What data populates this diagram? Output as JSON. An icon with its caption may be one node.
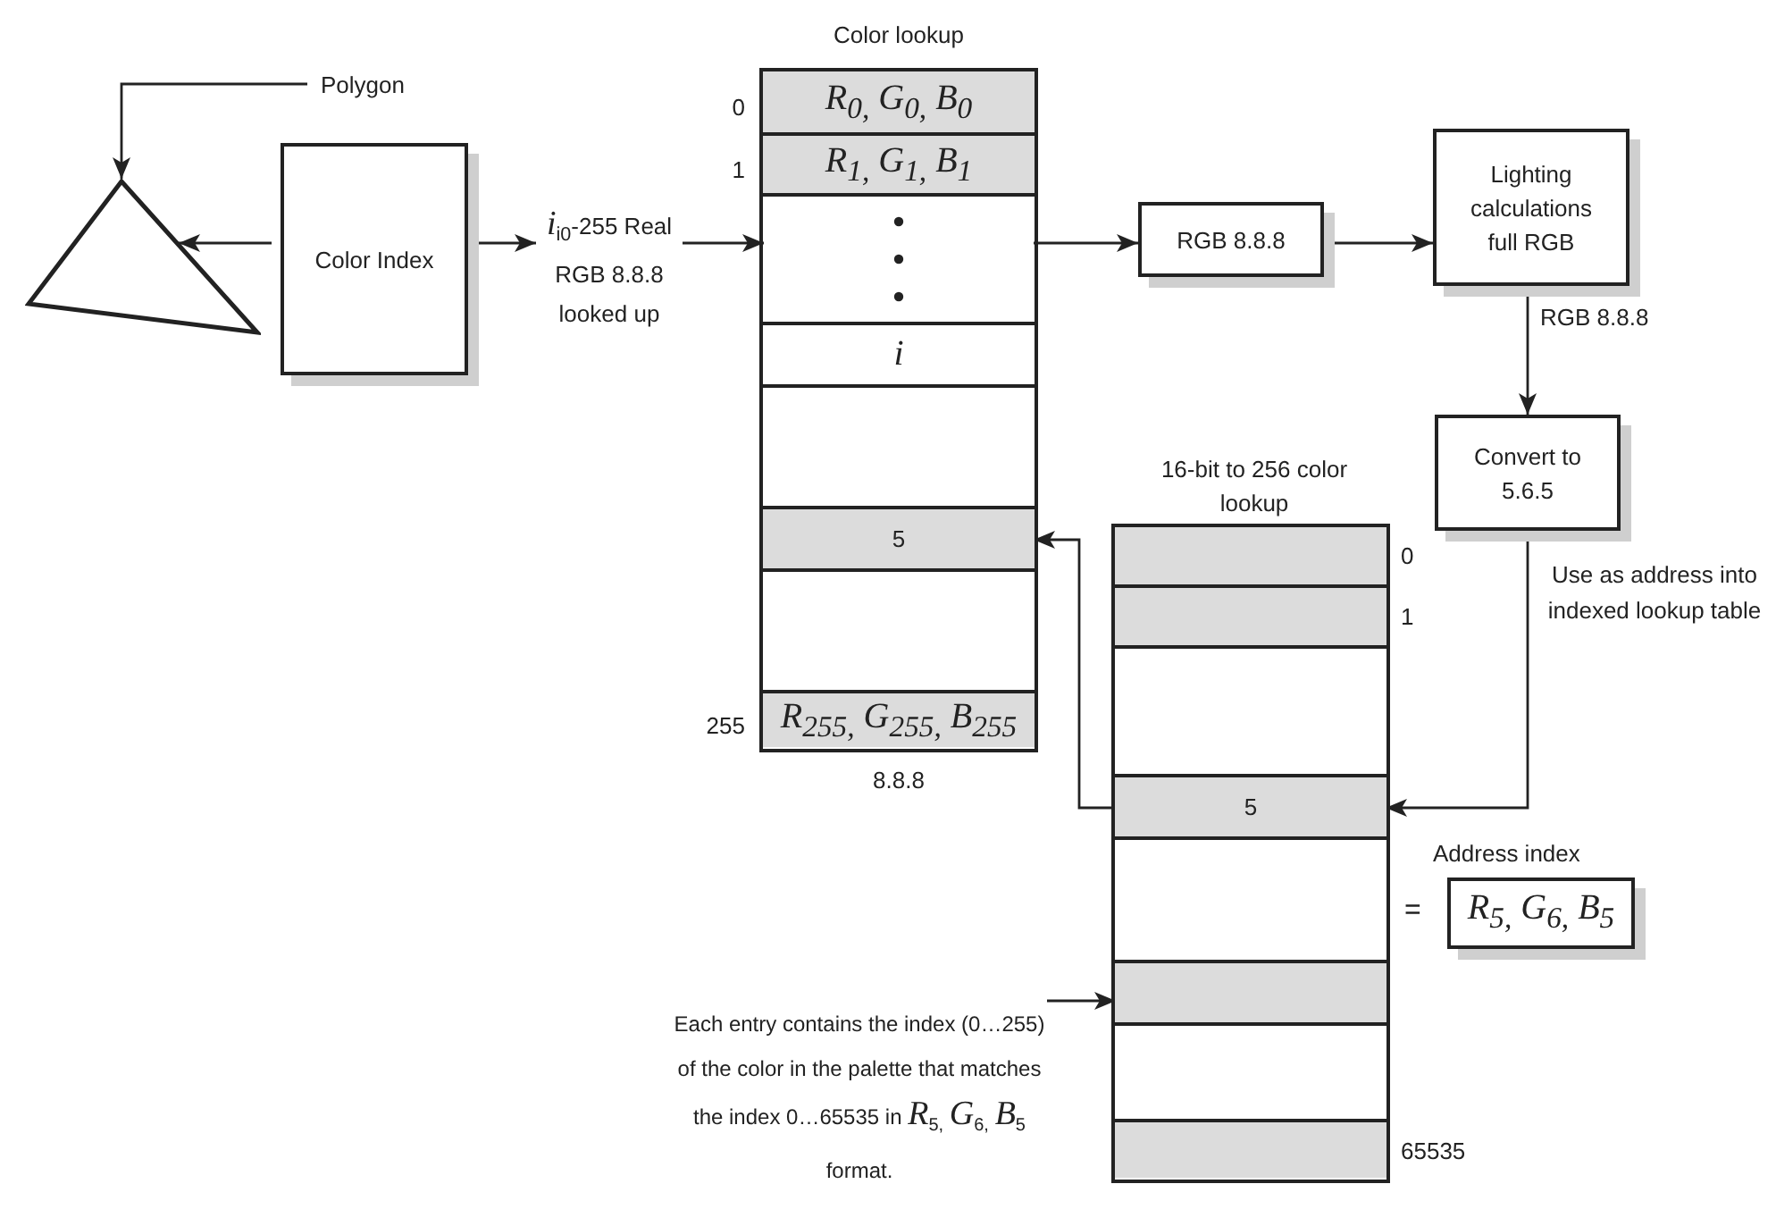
{
  "diagram": {
    "nodes": [
      {
        "text": [
          "Polygon"
        ]
      },
      {
        "text": [],
        "shape": "triangle"
      },
      {
        "text": [
          "Color Index"
        ]
      },
      {
        "text": [
          "*i*$_{i0}$-255 Real RGB 8.8.8 looked up"
        ]
      },
      {
        "text": [
          "Color lookup"
        ],
        "beside": [
          "8.8.8"
        ]
      },
      {
        "text": [
          "R$_{0,}$ G$_{0,}$ B$_{0}$"
        ],
        "beside": [
          "0"
        ],
        "in": 4
      },
      {
        "text": [
          "R$_{1,}$ G$_{1,}$ B$_{1}$"
        ],
        "beside": [
          "1"
        ],
        "in": 4
      },
      {
        "text": [],
        "shape": "box",
        "in": 4
      },
      {
        "text": [
          "i"
        ],
        "in": 4
      },
      {
        "text": [],
        "shape": "box",
        "in": 4
      },
      {
        "text": [
          "5"
        ],
        "in": 4
      },
      {
        "text": [],
        "shape": "box",
        "in": 4
      },
      {
        "text": [
          "R$_{255,}$ G$_{255,}$ B$_{255}$"
        ],
        "beside": [
          "255"
        ],
        "in": 4
      },
      {
        "text": [
          "RGB 8.8.8"
        ]
      },
      {
        "text": [
          "Lighting calculations full RGB"
        ]
      },
      {
        "text": [
          "Convert to 5.6.5"
        ]
      },
      {
        "text": [
          "16-bit to 256 color lookup"
        ]
      },
      {
        "text": [],
        "shape": "box",
        "beside": [
          "0"
        ],
        "in": 16
      },
      {
        "text": [],
        "shape": "box",
        "beside": [
          "1"
        ],
        "in": 16
      },
      {
        "text": [],
        "shape": "box",
        "in": 16
      },
      {
        "text": [
          "5"
        ],
        "in": 16
      },
      {
        "text": [],
        "shape": "box",
        "in": 16
      },
      {
        "text": [],
        "shape": "box",
        "in": 16
      },
      {
        "text": [],
        "shape": "box",
        "in": 16
      },
      {
        "text": [],
        "shape": "box",
        "beside": [
          "65535"
        ],
        "in": 16
      },
      {
        "text": [
          "Address index",
          "R$_{5,}$ G$_{6,}$ B$_{5}$"
        ]
      },
      {
        "text": [
          "Each entry contains the index (0…255) of the color in the palette that matches the index 0…65535 in *R*$_{5,}$ *G*$_{6,}$ *B*$_{5}$ format."
        ]
      }
    ],
    "edges": [
      {
        "from": 0,
        "to": 1,
        "arrow": "to"
      },
      {
        "from": 2,
        "to": 1,
        "arrow": "to"
      },
      {
        "from": 2,
        "to": 3,
        "arrow": "to"
      },
      {
        "from": 3,
        "to": 7,
        "arrow": "to"
      },
      {
        "from": 7,
        "to": 13,
        "arrow": "to"
      },
      {
        "from": 13,
        "to": 14,
        "arrow": "to"
      },
      {
        "from": 14,
        "to": 15,
        "arrow": "to",
        "label": "RGB 8.8.8"
      },
      {
        "from": 15,
        "to": 20,
        "arrow": "to",
        "label": "Use as address into indexed lookup table"
      },
      {
        "from": 20,
        "to": 10,
        "arrow": "to"
      },
      {
        "from": 26,
        "to": 22,
        "arrow": "to"
      }
    ],
    "labels": [
      "="
    ]
  }
}
